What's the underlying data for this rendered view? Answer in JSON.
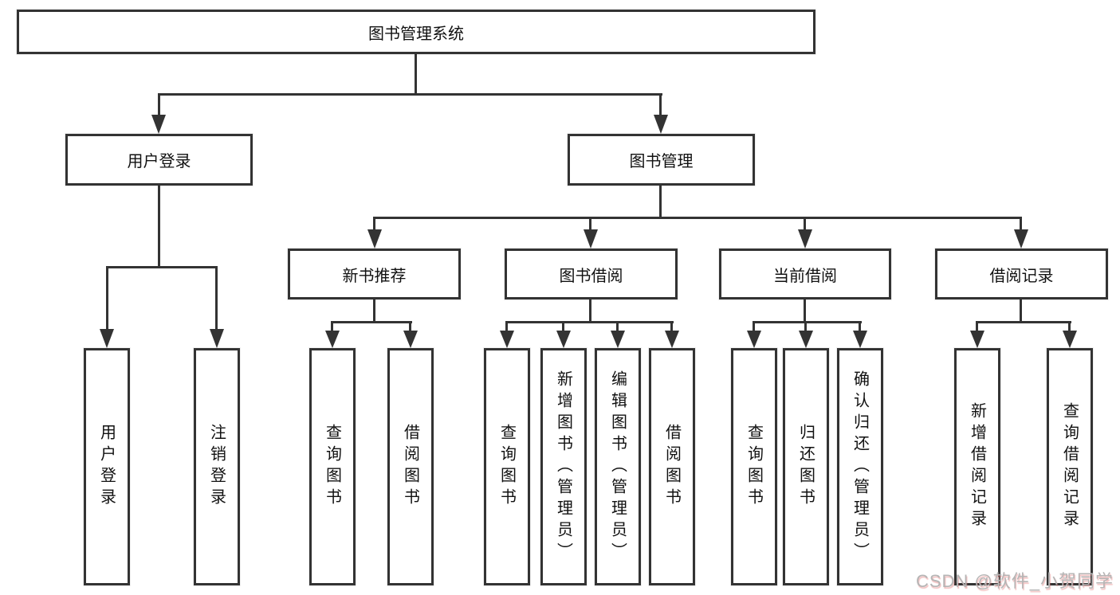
{
  "tree": {
    "root": {
      "label": "图书管理系统"
    },
    "branches": [
      {
        "label": "用户登录",
        "children": [
          {
            "label": "用户登录"
          },
          {
            "label": "注销登录"
          }
        ]
      },
      {
        "label": "图书管理",
        "children": [
          {
            "label": "新书推荐",
            "children": [
              {
                "label": "查询图书"
              },
              {
                "label": "借阅图书"
              }
            ]
          },
          {
            "label": "图书借阅",
            "children": [
              {
                "label": "查询图书"
              },
              {
                "label": "新增图书（管理员）"
              },
              {
                "label": "编辑图书（管理员）"
              },
              {
                "label": "借阅图书"
              }
            ]
          },
          {
            "label": "当前借阅",
            "children": [
              {
                "label": "查询图书"
              },
              {
                "label": "归还图书"
              },
              {
                "label": "确认归还（管理员）"
              }
            ]
          },
          {
            "label": "借阅记录",
            "children": [
              {
                "label": "新增借阅记录"
              },
              {
                "label": "查询借阅记录"
              }
            ]
          }
        ]
      }
    ]
  },
  "watermark": {
    "text": "CSDN @软件_小贺同学"
  },
  "colors": {
    "line": "#333333",
    "box_border": "#333333",
    "text": "#111111",
    "background": "#ffffff",
    "watermark_text": "#b5b5b5"
  }
}
